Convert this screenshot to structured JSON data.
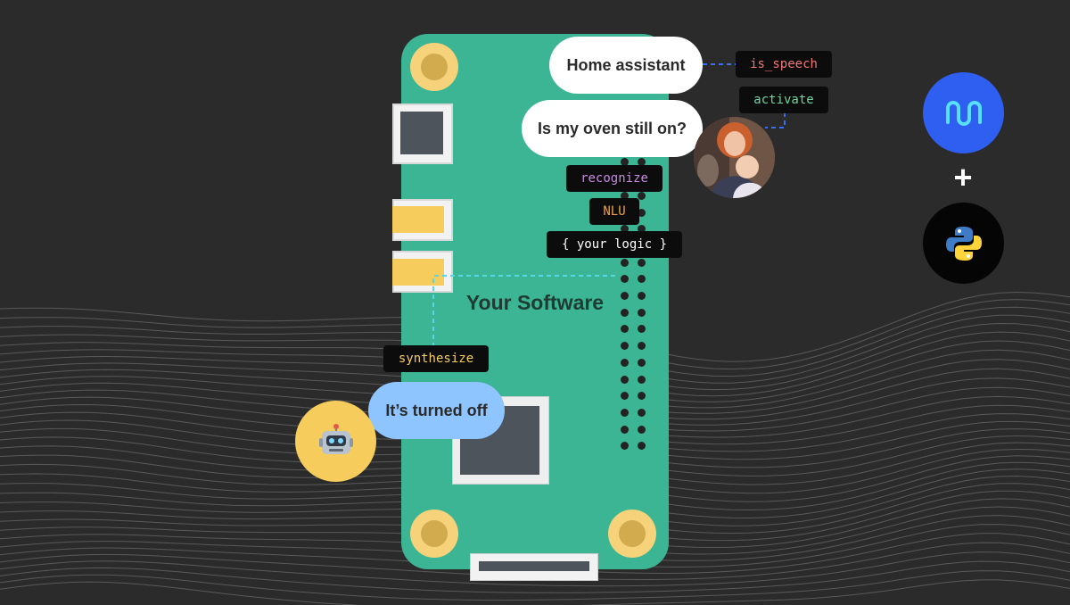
{
  "board": {
    "title": "Your Software"
  },
  "bubbles": {
    "home_assistant": "Home assistant",
    "question": "Is my oven still on?",
    "answer": "It’s turned off"
  },
  "tags": {
    "is_speech": "is_speech",
    "activate": "activate",
    "recognize": "recognize",
    "nlu": "NLU",
    "logic": "{ your logic }",
    "synthesize": "synthesize"
  },
  "colors": {
    "background": "#2b2b2b",
    "board": "#3bb593",
    "is_speech": "#f07878",
    "activate": "#6fd3a0",
    "recognize": "#c58be0",
    "nlu": "#f0a040",
    "logic": "#ffffff",
    "synthesize": "#f6cc5c",
    "brand_blue": "#2f5ff0",
    "connector_blue": "#3a6df0",
    "connector_cyan": "#57d6e6"
  },
  "icons": {
    "brand": "wave-logo-icon",
    "python": "python-logo-icon",
    "plus": "+",
    "robot": "robot-icon",
    "user": "user-photo-avatar"
  }
}
